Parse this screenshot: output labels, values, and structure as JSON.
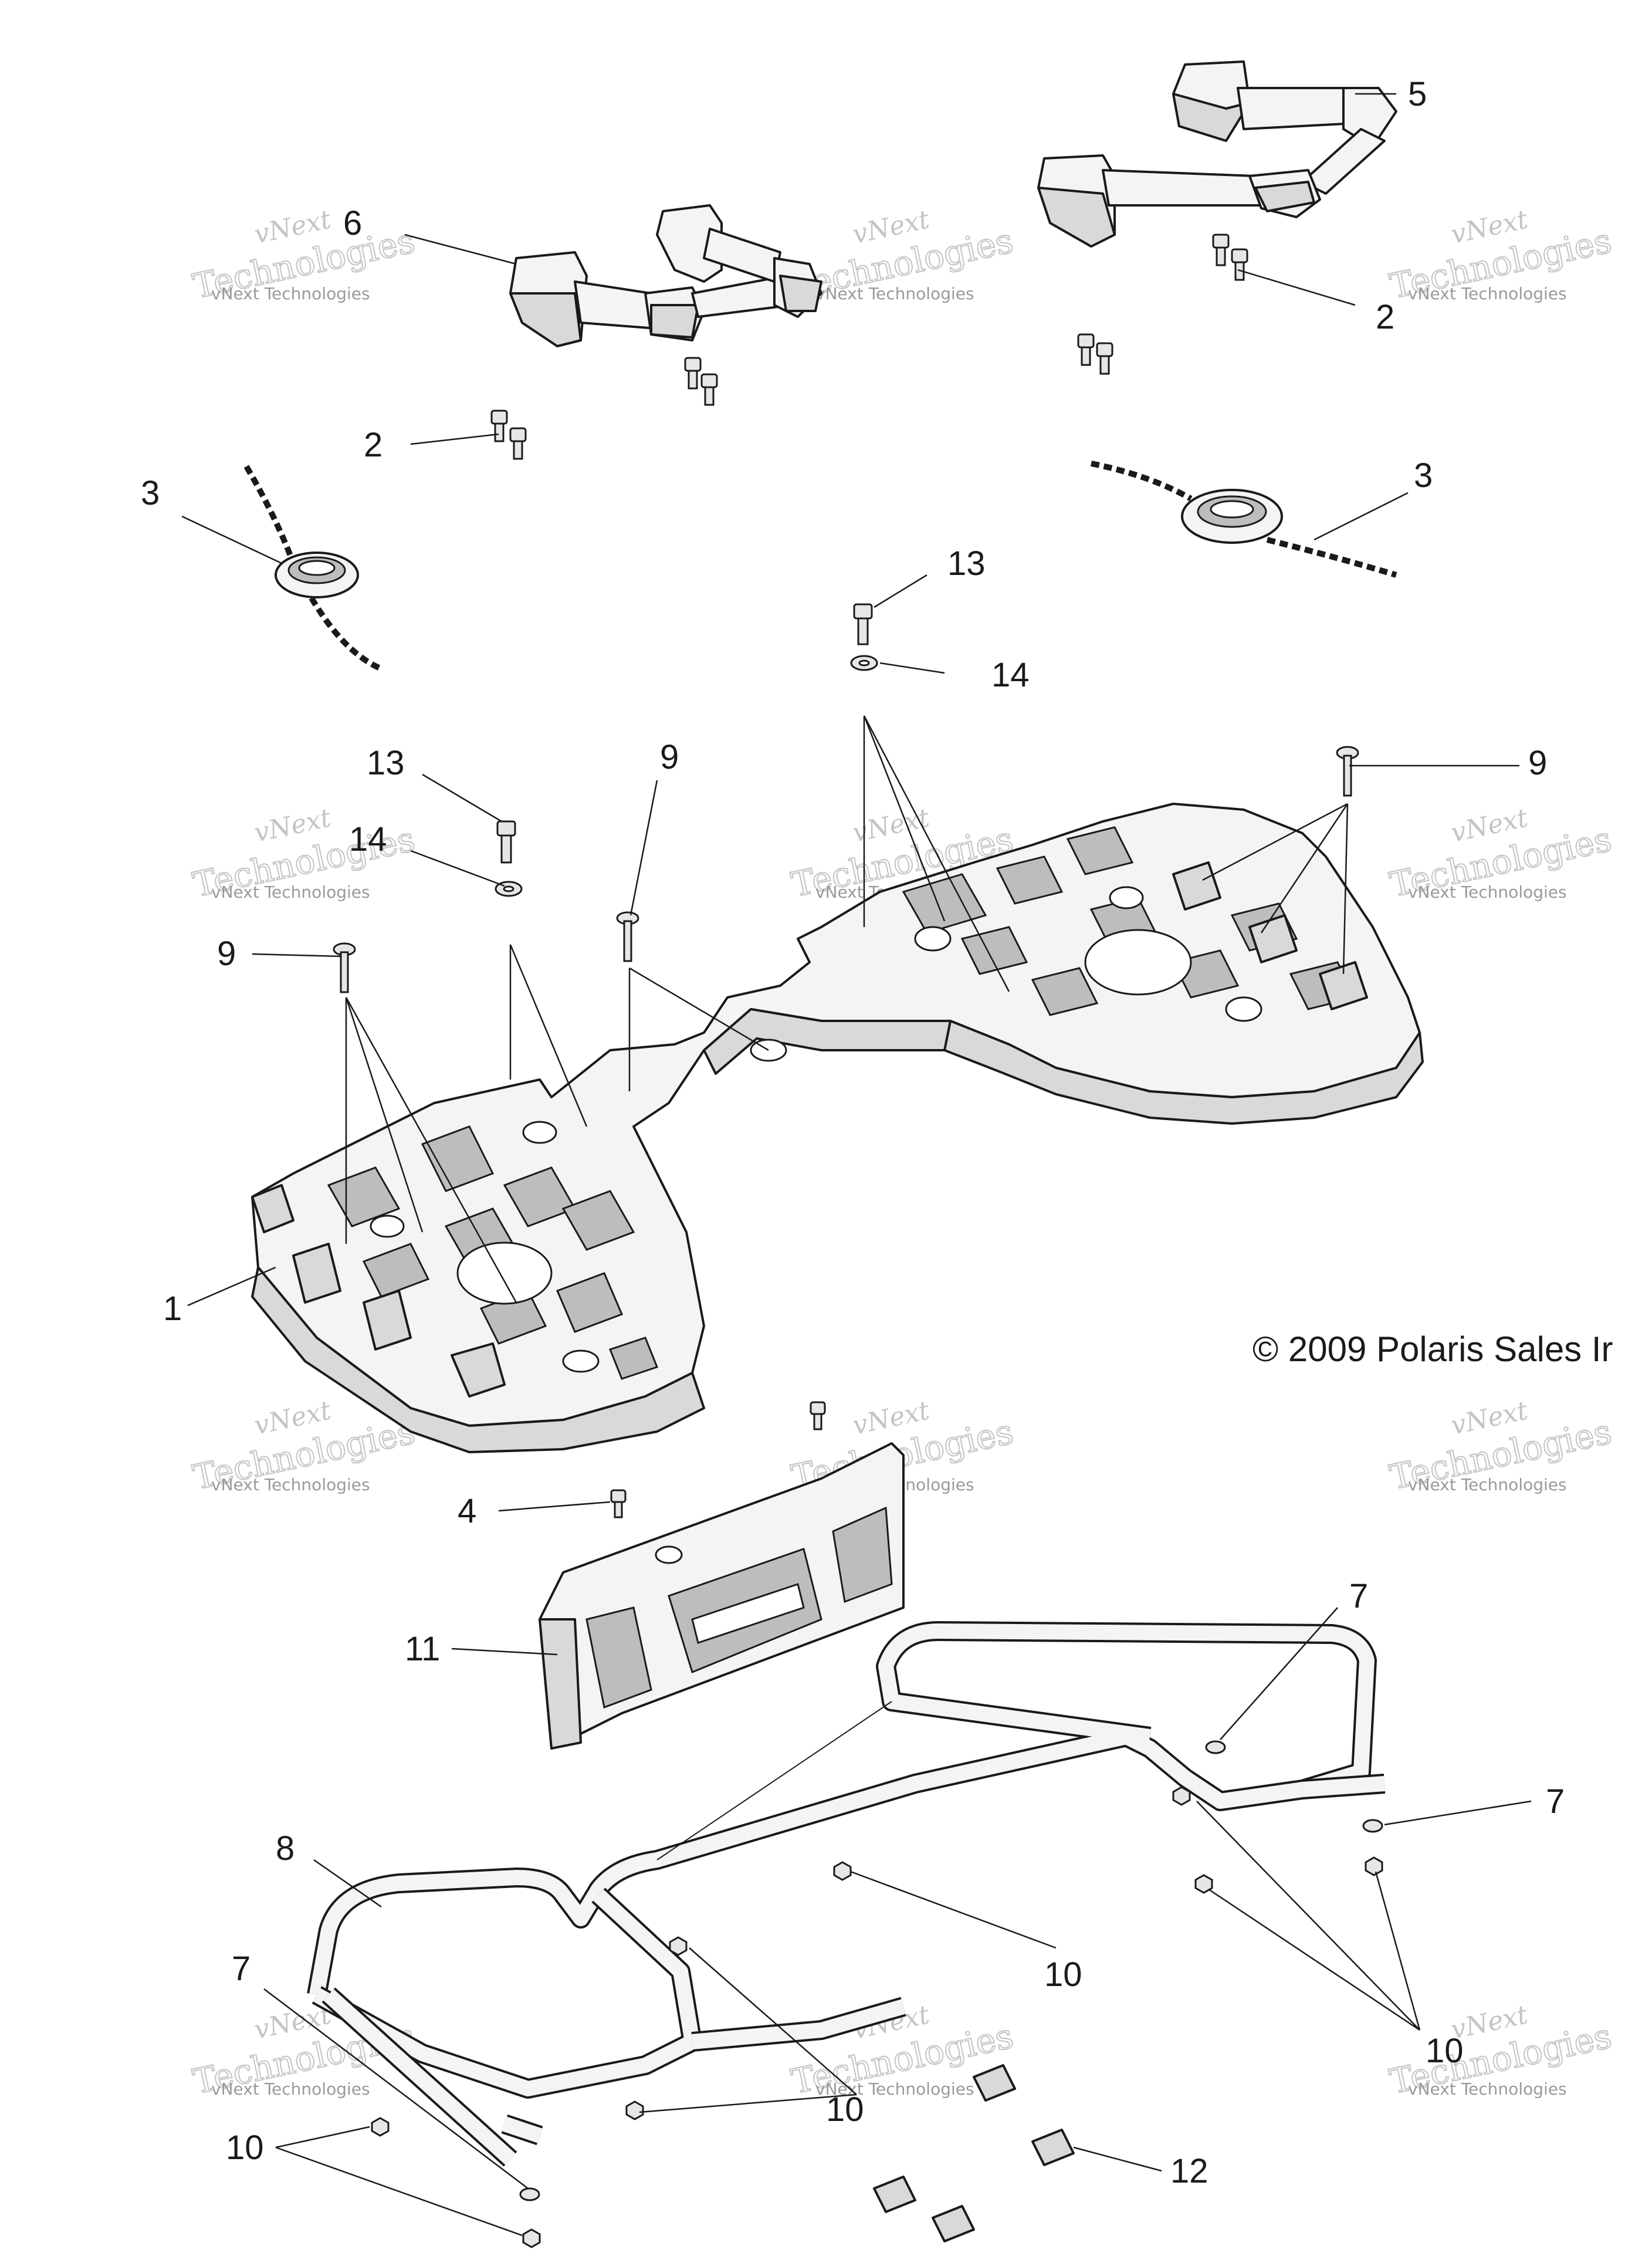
{
  "diagram": {
    "copyright": "© 2009 Polaris Sales Ir",
    "watermark": {
      "line1": "vNext",
      "line2": "Technologies",
      "line3": "vNext Technologies"
    },
    "callouts": [
      {
        "id": "c-5",
        "label": "5"
      },
      {
        "id": "c-6",
        "label": "6"
      },
      {
        "id": "c-2a",
        "label": "2"
      },
      {
        "id": "c-2b",
        "label": "2"
      },
      {
        "id": "c-3a",
        "label": "3"
      },
      {
        "id": "c-3b",
        "label": "3"
      },
      {
        "id": "c-13a",
        "label": "13"
      },
      {
        "id": "c-14a",
        "label": "14"
      },
      {
        "id": "c-13b",
        "label": "13"
      },
      {
        "id": "c-14b",
        "label": "14"
      },
      {
        "id": "c-9a",
        "label": "9"
      },
      {
        "id": "c-9b",
        "label": "9"
      },
      {
        "id": "c-9c",
        "label": "9"
      },
      {
        "id": "c-1",
        "label": "1"
      },
      {
        "id": "c-4",
        "label": "4"
      },
      {
        "id": "c-11",
        "label": "11"
      },
      {
        "id": "c-7a",
        "label": "7"
      },
      {
        "id": "c-7b",
        "label": "7"
      },
      {
        "id": "c-7c",
        "label": "7"
      },
      {
        "id": "c-8",
        "label": "8"
      },
      {
        "id": "c-10a",
        "label": "10"
      },
      {
        "id": "c-10b",
        "label": "10"
      },
      {
        "id": "c-10c",
        "label": "10"
      },
      {
        "id": "c-10d",
        "label": "10"
      },
      {
        "id": "c-12",
        "label": "12"
      }
    ]
  }
}
